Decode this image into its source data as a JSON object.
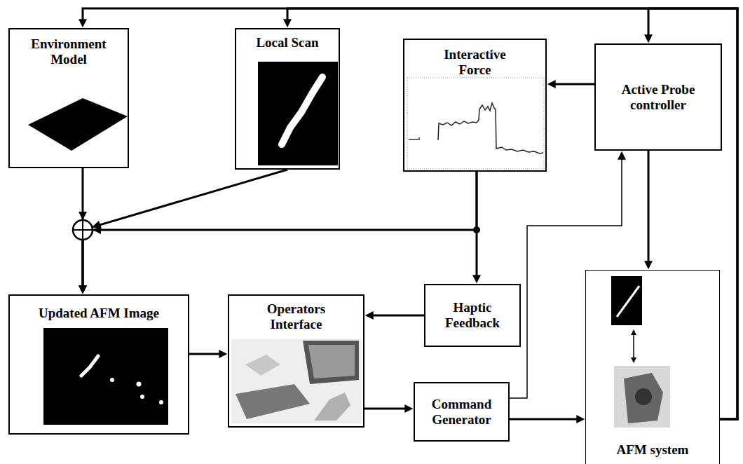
{
  "diagram": {
    "nodes": [
      {
        "text": [
          "Environment Model"
        ]
      },
      {
        "text": [
          "Local Scan"
        ]
      },
      {
        "text": [
          "Interactive Force"
        ]
      },
      {
        "text": [
          "Active Probe controller"
        ]
      },
      {
        "text": [
          "Updated AFM Image"
        ]
      },
      {
        "text": [
          "Operators Interface"
        ]
      },
      {
        "text": [
          "Haptic Feedback"
        ]
      },
      {
        "text": [
          "Command Generator"
        ]
      },
      {
        "text": [
          "AFM system"
        ]
      }
    ],
    "edges": [
      {
        "from": 8,
        "to": 0,
        "arrow": "to"
      },
      {
        "from": 8,
        "to": 1,
        "arrow": "to"
      },
      {
        "from": 8,
        "to": 3,
        "arrow": "to"
      },
      {
        "from": 3,
        "to": 2,
        "arrow": "to"
      },
      {
        "from": 3,
        "to": 8,
        "arrow": "to"
      },
      {
        "from": 0,
        "to": 4,
        "arrow": "to"
      },
      {
        "from": 1,
        "to": 4,
        "arrow": "to"
      },
      {
        "from": 2,
        "to": 4,
        "arrow": "to"
      },
      {
        "from": 2,
        "to": 6,
        "arrow": "to"
      },
      {
        "from": 6,
        "to": 5,
        "arrow": "to"
      },
      {
        "from": 4,
        "to": 5,
        "arrow": "to"
      },
      {
        "from": 5,
        "to": 7,
        "arrow": "to"
      },
      {
        "from": 7,
        "to": 8,
        "arrow": "to"
      },
      {
        "from": 7,
        "to": 3,
        "arrow": "to"
      }
    ]
  }
}
